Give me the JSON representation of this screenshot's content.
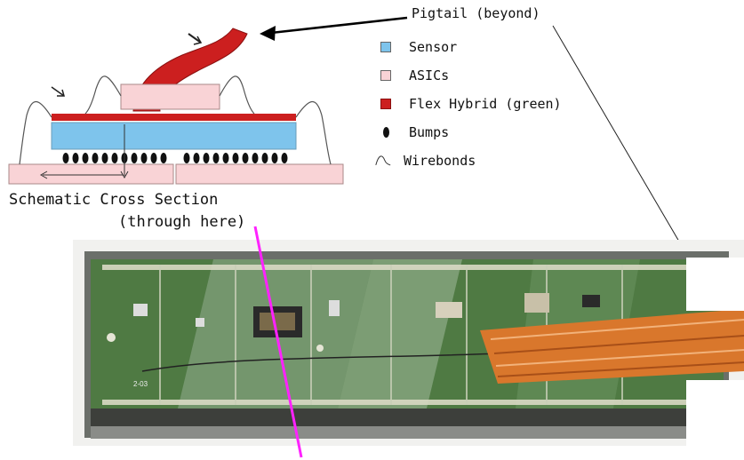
{
  "labels": {
    "pigtail": "Pigtail (beyond)",
    "title_line1": "Schematic Cross Section",
    "title_line2": "(through here)"
  },
  "legend": [
    {
      "key": "sensor",
      "label": "Sensor",
      "color": "#7ec4ec"
    },
    {
      "key": "asics",
      "label": "ASICs",
      "color": "#f9d3d6"
    },
    {
      "key": "flex",
      "label": "Flex Hybrid (green)",
      "color": "#cc1f1f"
    },
    {
      "key": "bumps",
      "label": "Bumps",
      "color": "#111111"
    },
    {
      "key": "wirebonds",
      "label": "Wirebonds",
      "color": "#333333"
    }
  ],
  "colors": {
    "sensor": "#7ec4ec",
    "asic": "#f9d3d6",
    "flex": "#cc1f1f",
    "pointer_line": "#ff22ff",
    "photo_board": "#4f7a43",
    "photo_flex": "#d9772c"
  }
}
